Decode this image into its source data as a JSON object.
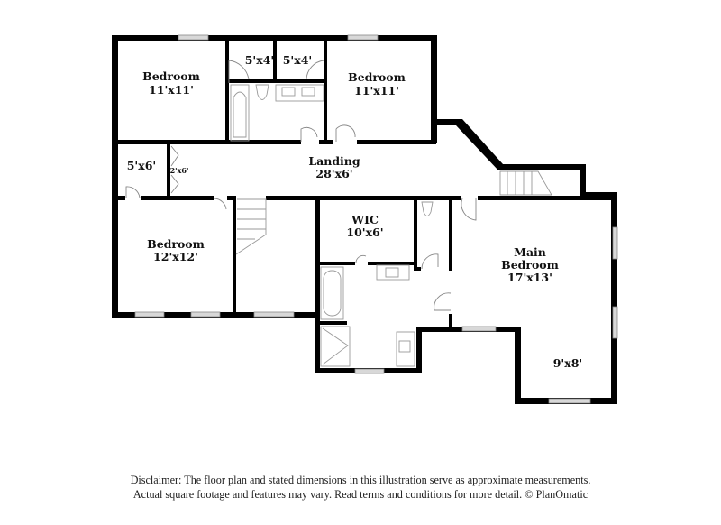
{
  "rooms": [
    {
      "name": "Bedroom",
      "size": "11'x11'"
    },
    {
      "name": "",
      "size": "5'x4'"
    },
    {
      "name": "",
      "size": "5'x4'"
    },
    {
      "name": "Bedroom",
      "size": "11'x11'"
    },
    {
      "name": "",
      "size": "5'x6'"
    },
    {
      "name": "",
      "size": "2'x6'"
    },
    {
      "name": "Landing",
      "size": "28'x6'"
    },
    {
      "name": "Bedroom",
      "size": "12'x12'"
    },
    {
      "name": "WIC",
      "size": "10'x6'"
    },
    {
      "name": "Main",
      "name2": "Bedroom",
      "size": "17'x13'"
    },
    {
      "name": "",
      "size": "9'x8'"
    }
  ],
  "disclaimer": {
    "line1": "Disclaimer: The floor plan and stated dimensions in this illustration serve as approximate measurements.",
    "line2": "Actual square footage and features may vary. Read terms and conditions for more detail. © PlanOmatic"
  },
  "colors": {
    "wall": "#000000",
    "window": "#d8d8d8",
    "fixture": "#999999"
  }
}
